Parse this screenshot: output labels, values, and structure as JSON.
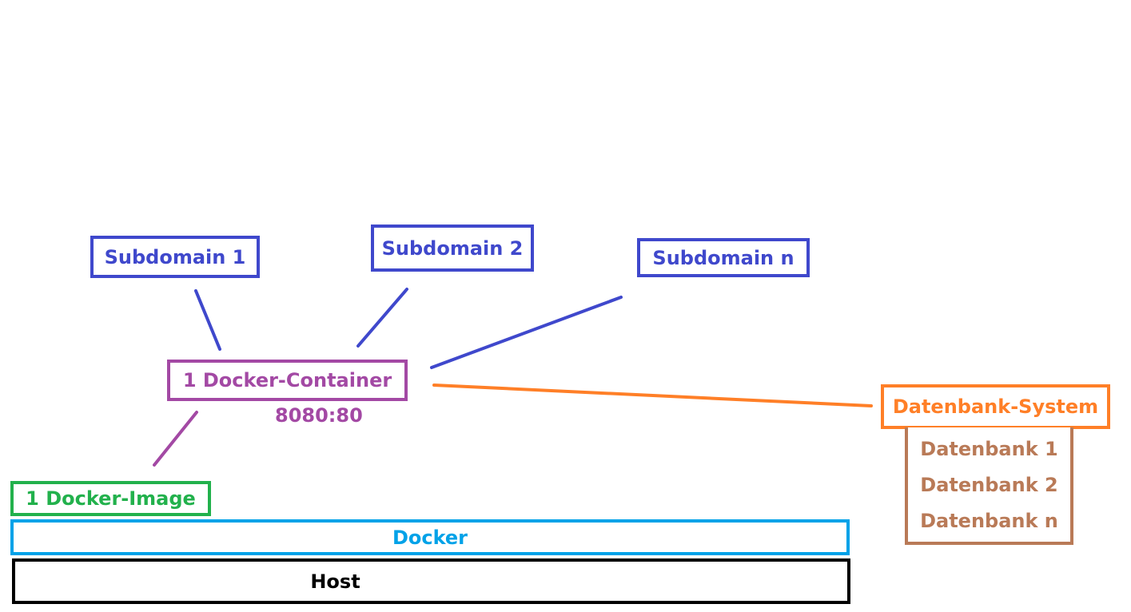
{
  "nodes": {
    "subdomain_1": "Subdomain 1",
    "subdomain_2": "Subdomain 2",
    "subdomain_n": "Subdomain n",
    "container": "1 Docker-Container",
    "port_mapping": "8080:80",
    "image": "1 Docker-Image",
    "docker": "Docker",
    "host": "Host",
    "db_system": "Datenbank-System",
    "databases": [
      "Datenbank 1",
      "Datenbank 2",
      "Datenbank n"
    ]
  },
  "colors": {
    "subdomain": "#3f48cc",
    "container": "#a349a4",
    "image": "#22b14c",
    "docker": "#00a2e8",
    "host": "#000000",
    "db_system": "#ff7f27",
    "databases": "#b97a57"
  },
  "edges": [
    {
      "from": "subdomain_1",
      "to": "container"
    },
    {
      "from": "subdomain_2",
      "to": "container"
    },
    {
      "from": "subdomain_n",
      "to": "container"
    },
    {
      "from": "container",
      "to": "db_system"
    },
    {
      "from": "container",
      "to": "image"
    }
  ]
}
